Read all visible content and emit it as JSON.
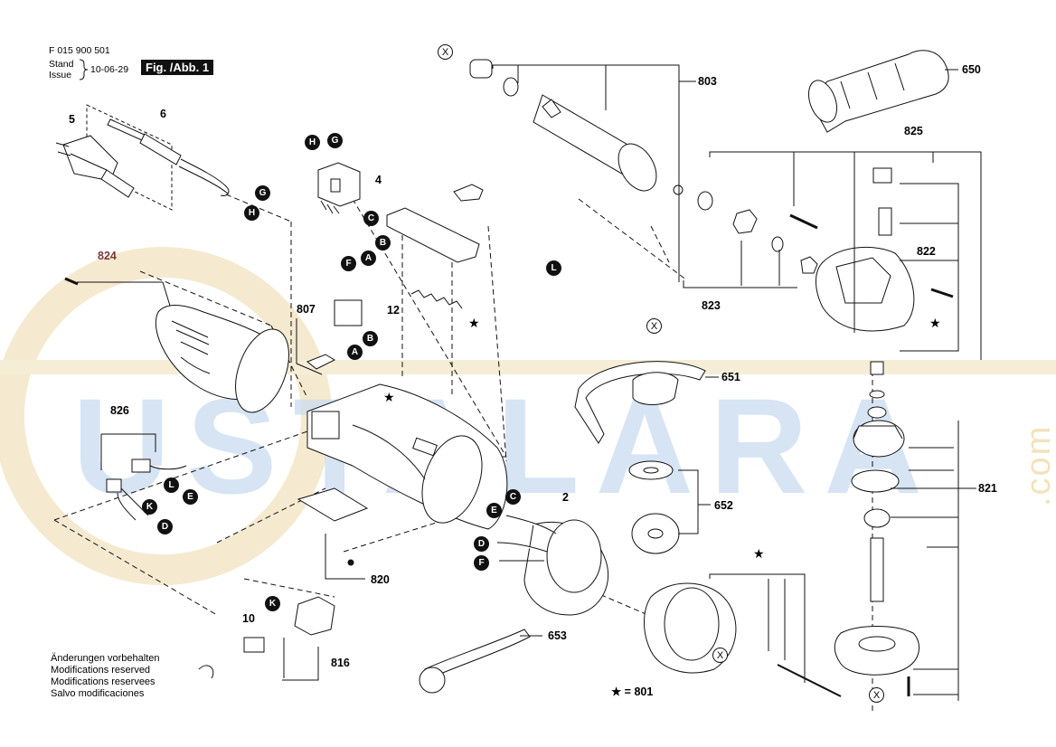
{
  "header": {
    "part_number": "F 015 900 501",
    "stand": "Stand",
    "issue": "Issue",
    "date": "10-06-29",
    "fig": "Fig. /Abb. 1"
  },
  "watermark": {
    "text": "USTALARA",
    "side": ".com"
  },
  "labels": {
    "p5": "5",
    "p6": "6",
    "p4": "4",
    "p12": "12",
    "p807": "807",
    "p824": "824",
    "p826": "826",
    "p820": "820",
    "p816": "816",
    "p10": "10",
    "p2": "2",
    "p803": "803",
    "p650": "650",
    "p825": "825",
    "p822": "822",
    "p823": "823",
    "p651": "651",
    "p652": "652",
    "p653": "653",
    "p821": "821",
    "star801": "★ = 801"
  },
  "badges": {
    "G": "G",
    "H": "H",
    "C": "C",
    "B": "B",
    "A": "A",
    "F": "F",
    "L": "L",
    "K": "K",
    "E": "E",
    "D": "D"
  },
  "x_mark": "X",
  "star": "★",
  "footer": {
    "line1": "Änderungen vorbehalten",
    "line2": "Modifications reserved",
    "line3": "Modifications reservees",
    "line4": "Salvo modificaciones"
  },
  "colors": {
    "watermark_blue": "#bcd3ee",
    "watermark_gold": "#f3e6c2",
    "ink": "#111111"
  }
}
